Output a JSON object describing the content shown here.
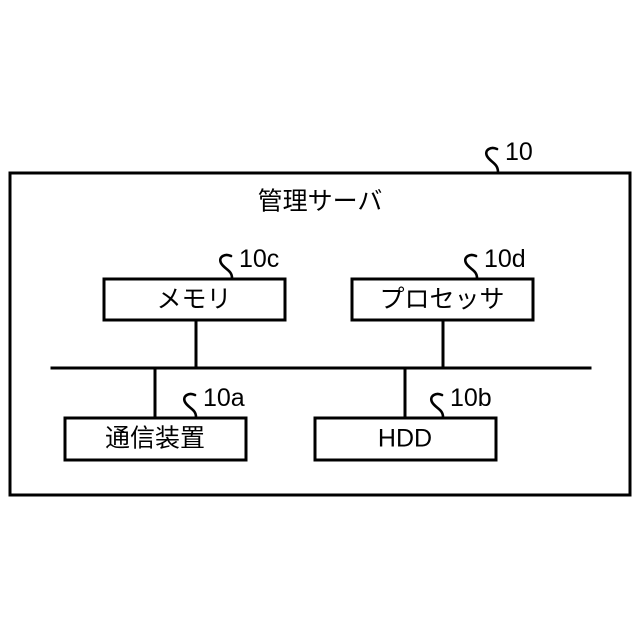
{
  "diagram": {
    "type": "block-diagram",
    "title_note": "Japanese patent-style hardware block diagram",
    "background_color": "#ffffff",
    "line_color": "#000000",
    "outer_frame": {
      "label": "管理サーバ",
      "reference_numeral": "10"
    },
    "components": [
      {
        "key": "memory",
        "label": "メモリ",
        "reference_numeral": "10c",
        "position": "upper-left"
      },
      {
        "key": "processor",
        "label": "プロセッサ",
        "reference_numeral": "10d",
        "position": "upper-right"
      },
      {
        "key": "communication_device",
        "label": "通信装置",
        "reference_numeral": "10a",
        "position": "lower-left"
      },
      {
        "key": "hdd",
        "label": "HDD",
        "reference_numeral": "10b",
        "position": "lower-right"
      }
    ],
    "bus": {
      "name": "internal-bus",
      "orientation": "horizontal"
    }
  }
}
